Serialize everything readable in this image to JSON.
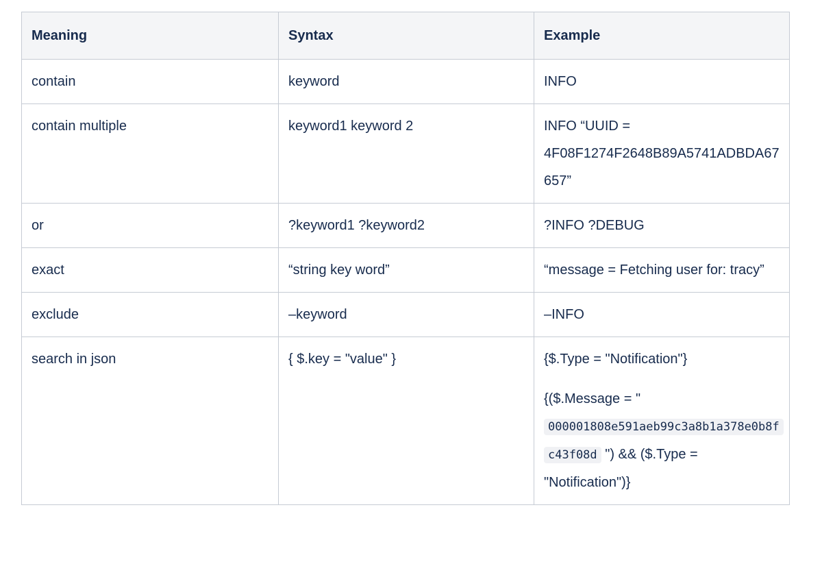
{
  "table": {
    "columns": [
      {
        "id": "meaning",
        "label": "Meaning"
      },
      {
        "id": "syntax",
        "label": "Syntax"
      },
      {
        "id": "example",
        "label": "Example"
      }
    ],
    "rows": [
      {
        "meaning": "contain",
        "syntax": "keyword",
        "example": [
          [
            {
              "text": "INFO"
            }
          ]
        ]
      },
      {
        "meaning": "contain multiple",
        "syntax": "keyword1 keyword 2",
        "example": [
          [
            {
              "text": "INFO “UUID = 4F08F1274F2648B89A5741ADBDA67657”"
            }
          ]
        ]
      },
      {
        "meaning": "or",
        "syntax": "?keyword1 ?keyword2",
        "example": [
          [
            {
              "text": "?INFO ?DEBUG"
            }
          ]
        ]
      },
      {
        "meaning": "exact",
        "syntax": "“string key word”",
        "example": [
          [
            {
              "text": "“message = Fetching user for: tracy”"
            }
          ]
        ]
      },
      {
        "meaning": "exclude",
        "syntax": "–keyword",
        "example": [
          [
            {
              "text": "–INFO"
            }
          ]
        ]
      },
      {
        "meaning": "search in json",
        "syntax": "{ $.key = \"value\" }",
        "example": [
          [
            {
              "text": "{$.Type = \"Notification\"}"
            }
          ],
          [
            {
              "text": "{($.Message = \" "
            },
            {
              "code": "000001808e591aeb99c3a8b1a378e0b8fc43f08d"
            },
            {
              "text": " \") && ($.Type = \"Notification\")}"
            }
          ]
        ]
      }
    ]
  },
  "colors": {
    "text": "#172B4D",
    "header_bg": "#F4F5F7",
    "border": "#C6CBD4",
    "code_bg": "#F0F1F4"
  }
}
